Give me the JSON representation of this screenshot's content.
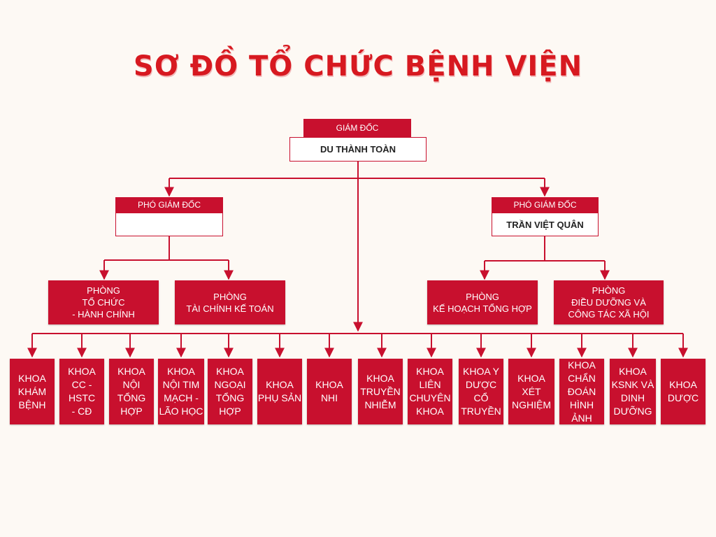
{
  "title": "SƠ ĐỒ TỔ CHỨC BỆNH VIỆN",
  "director": {
    "role": "GIÁM ĐỐC",
    "name": "DU THÀNH TOÀN"
  },
  "vice_left": {
    "role": "PHÓ GIÁM ĐỐC",
    "name": ""
  },
  "vice_right": {
    "role": "PHÓ GIÁM ĐỐC",
    "name": "TRẦN VIỆT QUÂN"
  },
  "departments": [
    "PHÒNG\nTỔ CHỨC\n- HÀNH CHÍNH",
    "PHÒNG\nTÀI CHÍNH KẾ TOÁN",
    "PHÒNG\nKẾ HOẠCH TỔNG HỢP",
    "PHÒNG\nĐIỀU DƯỠNG VÀ\nCÔNG TÁC XÃ HỘI"
  ],
  "faculties": [
    "KHOA\nKHÁM\nBỆNH",
    "KHOA\nCC -\nHSTC\n- CĐ",
    "KHOA\nNỘI\nTỔNG\nHỢP",
    "KHOA\nNỘI TIM\nMẠCH -\nLÃO HỌC",
    "KHOA\nNGOẠI\nTỔNG\nHỢP",
    "KHOA\nPHỤ SẢN",
    "KHOA\nNHI",
    "KHOA\nTRUYỀN\nNHIỄM",
    "KHOA\nLIÊN\nCHUYÊN\nKHOA",
    "KHOA Y\nDƯỢC\nCỔ\nTRUYỀN",
    "KHOA\nXÉT\nNGHIỆM",
    "KHOA\nCHẨN\nĐOÁN\nHÌNH\nẢNH",
    "KHOA\nKSNK VÀ\nDINH\nDƯỠNG",
    "KHOA\nDƯỢC"
  ],
  "colors": {
    "primary": "#c8102e",
    "title": "#d71920",
    "background": "#fdf9f4"
  }
}
